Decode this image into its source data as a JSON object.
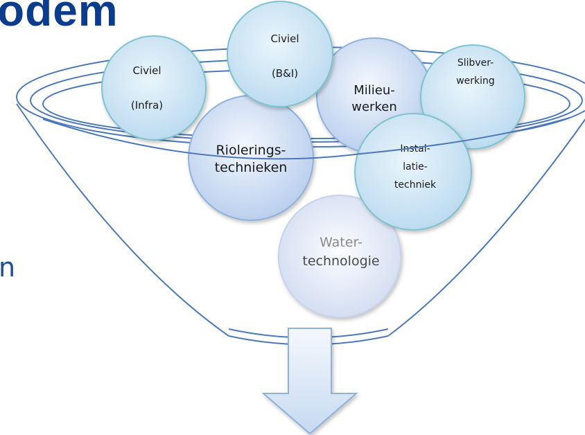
{
  "heading_fragment": "odem",
  "side_fragment": "n",
  "colors": {
    "title": "#0b3d8c",
    "funnel_stroke": "#4a78b8",
    "circle_teal_stroke": "#7ec3cf",
    "circle_blue_stroke": "#8fb2dc",
    "arrow_fill": "#cfe0f5"
  },
  "bubbles": {
    "civiel_infra": {
      "line1": "Civiel",
      "line2": "(Infra)"
    },
    "civiel_bi": {
      "line1": "Civiel",
      "line2": "(B&I)"
    },
    "milieuwerken": {
      "line1": "Milieu-",
      "line2": "werken"
    },
    "slibverwerking": {
      "line1": "Slibver-",
      "line2": "werking"
    },
    "rioleringstechnieken": {
      "line1": "Riolerings-",
      "line2": "technieken"
    },
    "installatietechniek": {
      "line1": "Instal-",
      "line2": "latie-",
      "line3": "techniek"
    },
    "watertechnologie": {
      "line1": "Water-",
      "line2": "technologie"
    }
  },
  "output_arrow": "arrow-down-icon"
}
